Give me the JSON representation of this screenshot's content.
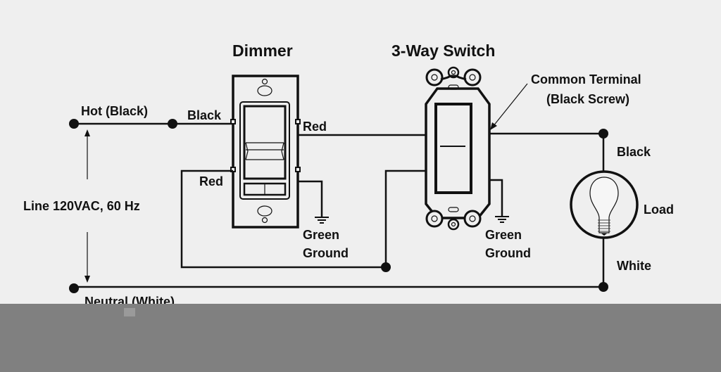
{
  "diagram": {
    "title_dimmer": "Dimmer",
    "title_switch": "3-Way Switch",
    "labels": {
      "hot": "Hot (Black)",
      "black_in": "Black",
      "red_dimmer_out": "Red",
      "red_dimmer_traveler": "Red",
      "line": "Line 120VAC, 60 Hz",
      "neutral": "Neutral (White)",
      "dimmer_ground_1": "Green",
      "dimmer_ground_2": "Ground",
      "switch_ground_1": "Green",
      "switch_ground_2": "Ground",
      "common_terminal_1": "Common Terminal",
      "common_terminal_2": "(Black Screw)",
      "load_black": "Black",
      "load": "Load",
      "load_white": "White"
    },
    "colors": {
      "background": "#efefef",
      "ink": "#111111",
      "overlay": "#808080"
    }
  }
}
